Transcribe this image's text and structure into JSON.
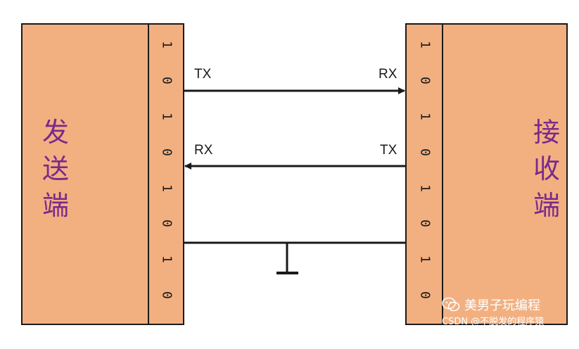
{
  "sender": {
    "label_chars": [
      "发",
      "送",
      "端"
    ],
    "bits": [
      "1",
      "0",
      "1",
      "0",
      "1",
      "0",
      "1",
      "0"
    ],
    "tx_label": "TX",
    "rx_label": "RX"
  },
  "receiver": {
    "label_chars": [
      "接",
      "收",
      "端"
    ],
    "bits": [
      "1",
      "0",
      "1",
      "0",
      "1",
      "0",
      "1",
      "0"
    ],
    "rx_label": "RX",
    "tx_label": "TX"
  },
  "watermark": {
    "channel": "美男子玩编程",
    "source": "CSDN @不脱发的程序猿"
  },
  "colors": {
    "box_fill": "#f2b081",
    "label_color": "#7a2a8a",
    "line_color": "#1a1a1a"
  }
}
